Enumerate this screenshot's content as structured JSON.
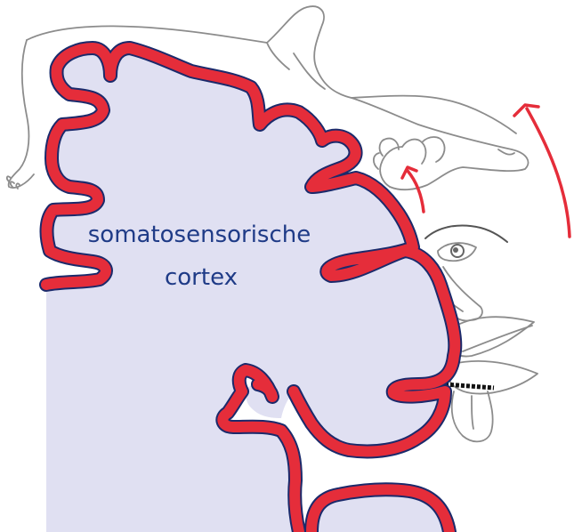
{
  "diagram": {
    "label_lines": [
      "somatosensorische",
      "cortex"
    ],
    "colors": {
      "cortex_fill": "#e0e0f2",
      "cortex_border_red": "#e52d3a",
      "cortex_border_dark": "#1b2a6b",
      "label_text": "#1f3b87",
      "homunculus_outline": "#8c8c8c",
      "arrow": "#e52d3a"
    },
    "figures": [
      "homunculus-body",
      "homunculus-hand",
      "homunculus-face",
      "homunculus-lips",
      "homunculus-tongue"
    ]
  }
}
